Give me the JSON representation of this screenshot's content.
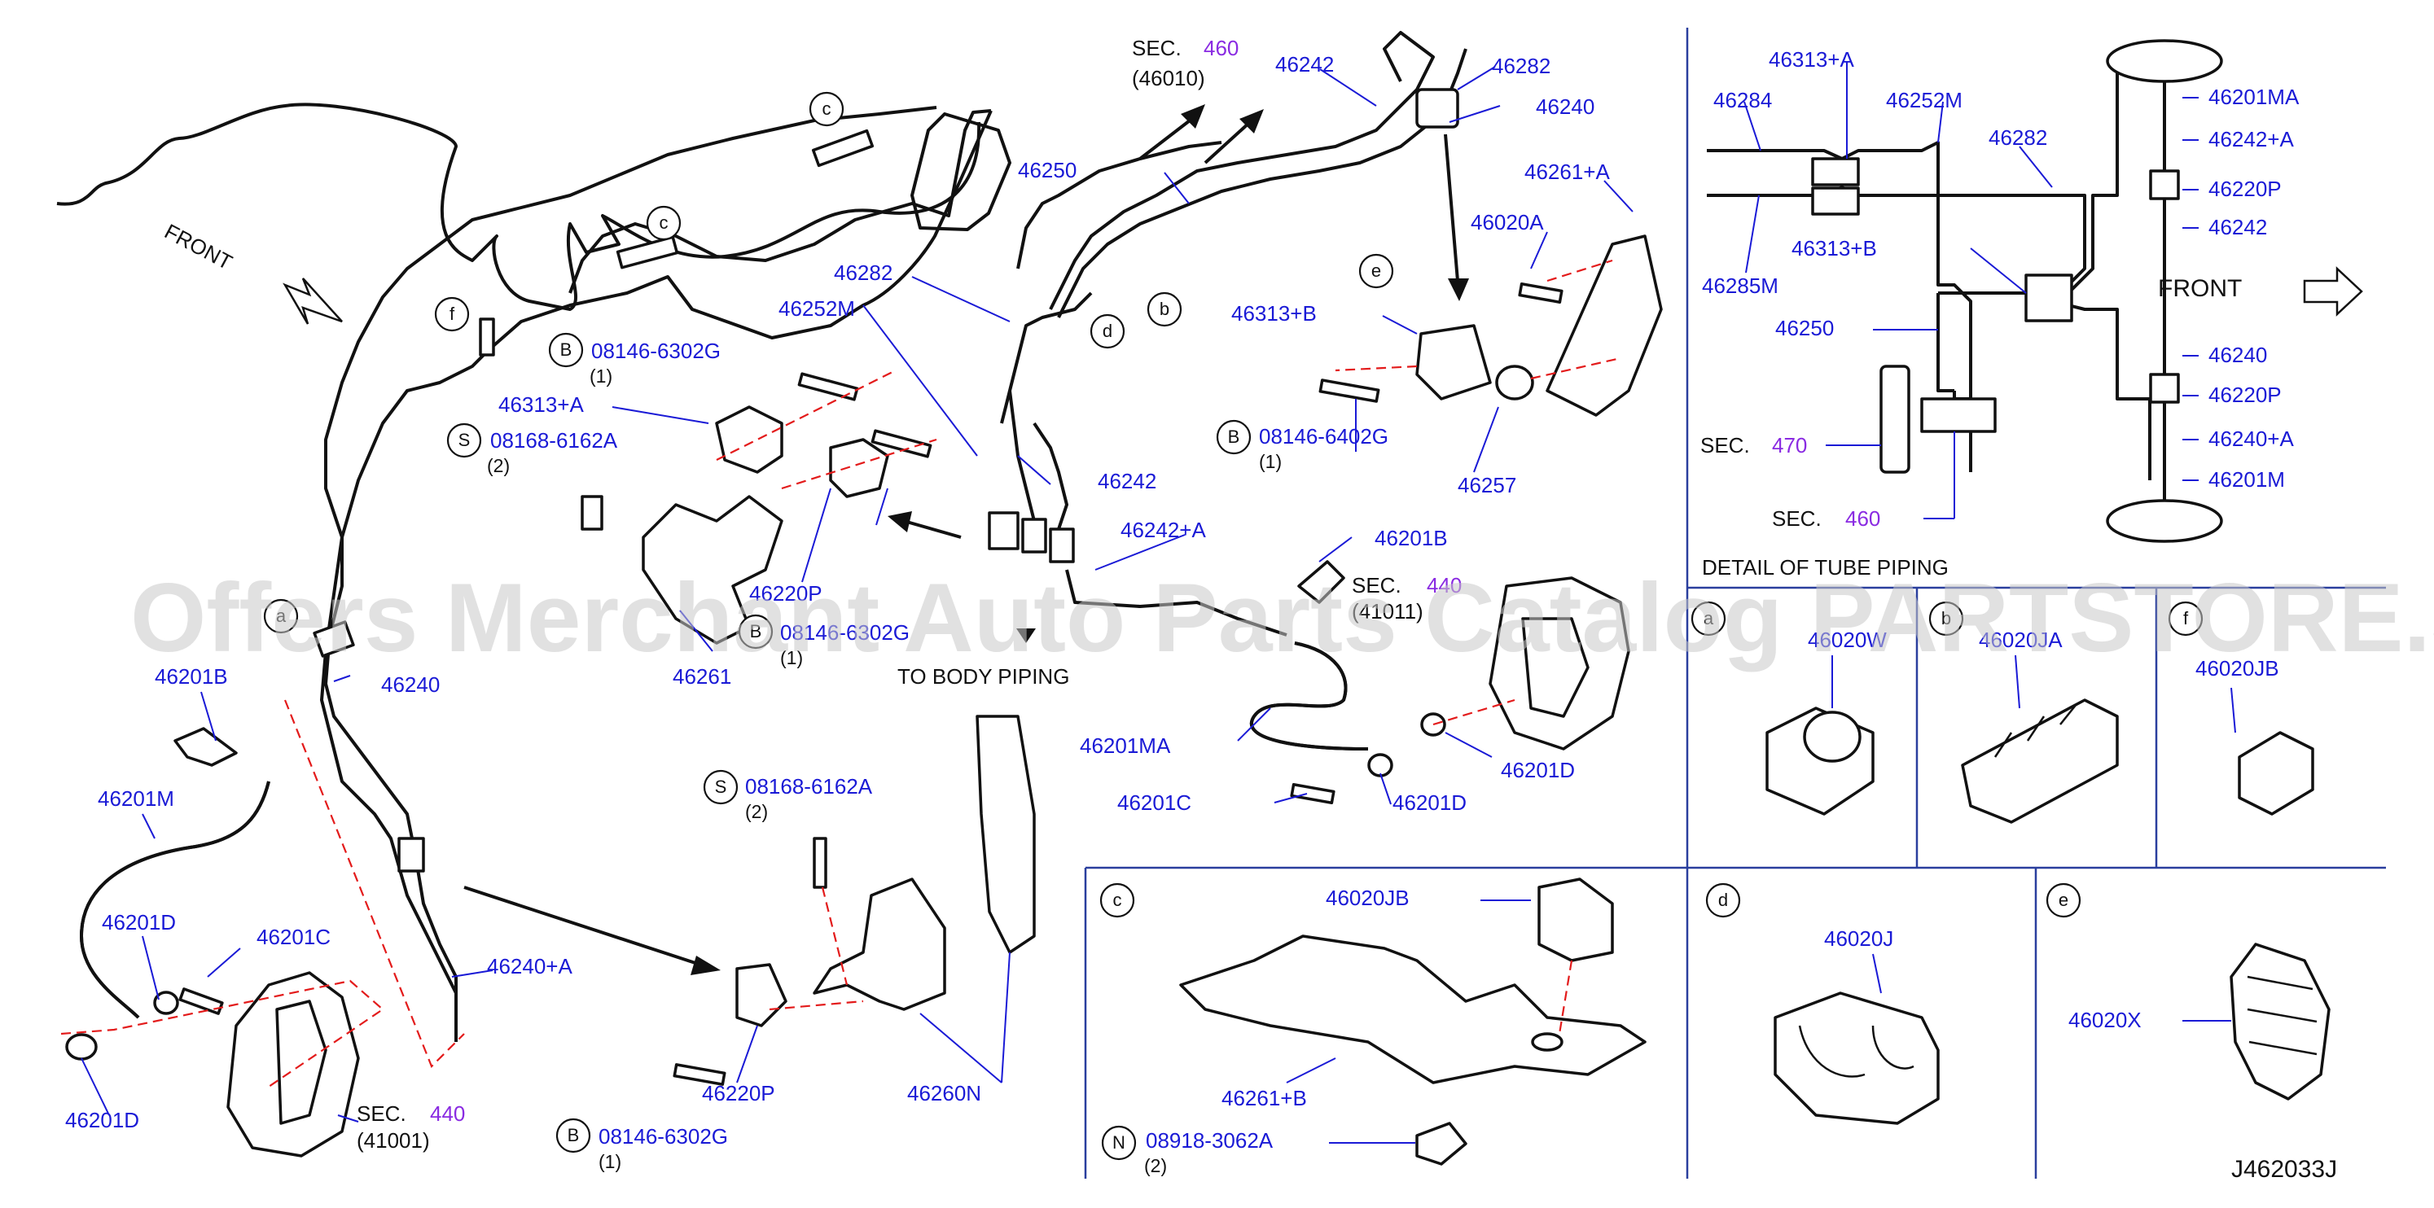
{
  "diagram_code": "J462033J",
  "watermark": "Offers Merchant Auto Parts Catalog PARTSTORE.SA",
  "front_label": "FRONT",
  "front_label_detail": "FRONT",
  "detail_title": "DETAIL  OF  TUBE  PIPING",
  "to_body_piping": "TO  BODY  PIPING",
  "sec": {
    "sec_word": "SEC.",
    "s460": "460",
    "s460_sub": "(46010)",
    "s440": "440",
    "s440_sub_front": "(41001)",
    "s440_sub_mid": "(41011)",
    "s470": "470"
  },
  "circle_letters": {
    "a": "a",
    "b": "b",
    "c": "c",
    "d": "d",
    "e": "e",
    "f": "f",
    "B": "B",
    "S": "S",
    "N": "N"
  },
  "parts": {
    "p46242": "46242",
    "p46282": "46282",
    "p46240": "46240",
    "p46250": "46250",
    "p46261A": "46261+A",
    "p46020A": "46020A",
    "p46313B": "46313+B",
    "p46282b": "46282",
    "p46252M": "46252M",
    "p46313A": "46313+A",
    "b08146_6302G": "08146-6302G",
    "q1": "(1)",
    "q2": "(2)",
    "s08168_6162A": "08168-6162A",
    "b08146_6402G": "08146-6402G",
    "p46257": "46257",
    "p46242m": "46242",
    "p46242A": "46242+A",
    "p46220P": "46220P",
    "b08146_6302G_mid": "08146-6302G",
    "p46261": "46261",
    "p46201B": "46201B",
    "p46240left": "46240",
    "p46201M": "46201M",
    "p46201D": "46201D",
    "p46201C": "46201C",
    "p46201Dlow": "46201D",
    "p46240Aleft": "46240+A",
    "p46220Plow": "46220P",
    "b08146_6302G_low": "08146-6302G",
    "p46260N": "46260N",
    "p46201Bmid": "46201B",
    "p46201MA": "46201MA",
    "p46201Dm1": "46201D",
    "p46201Cmid": "46201C",
    "p46201Dm2": "46201D"
  },
  "detail_parts": {
    "d46313A": "46313+A",
    "d46284": "46284",
    "d46252M": "46252M",
    "d46282": "46282",
    "d46313B": "46313+B",
    "d46285M": "46285M",
    "d46250": "46250",
    "d46201MA": "46201MA",
    "d46242A": "46242+A",
    "d46220P": "46220P",
    "d46242": "46242",
    "d46240": "46240",
    "d46220P2": "46220P",
    "d46240A": "46240+A",
    "d46201M": "46201M"
  },
  "clips": {
    "a": "46020W",
    "b": "46020JA",
    "f": "46020JB",
    "c_clip": "46020JB",
    "c_bracket": "46261+B",
    "c_nut": "08918-3062A",
    "c_nut_qty": "(2)",
    "d": "46020J",
    "e": "46020X"
  }
}
